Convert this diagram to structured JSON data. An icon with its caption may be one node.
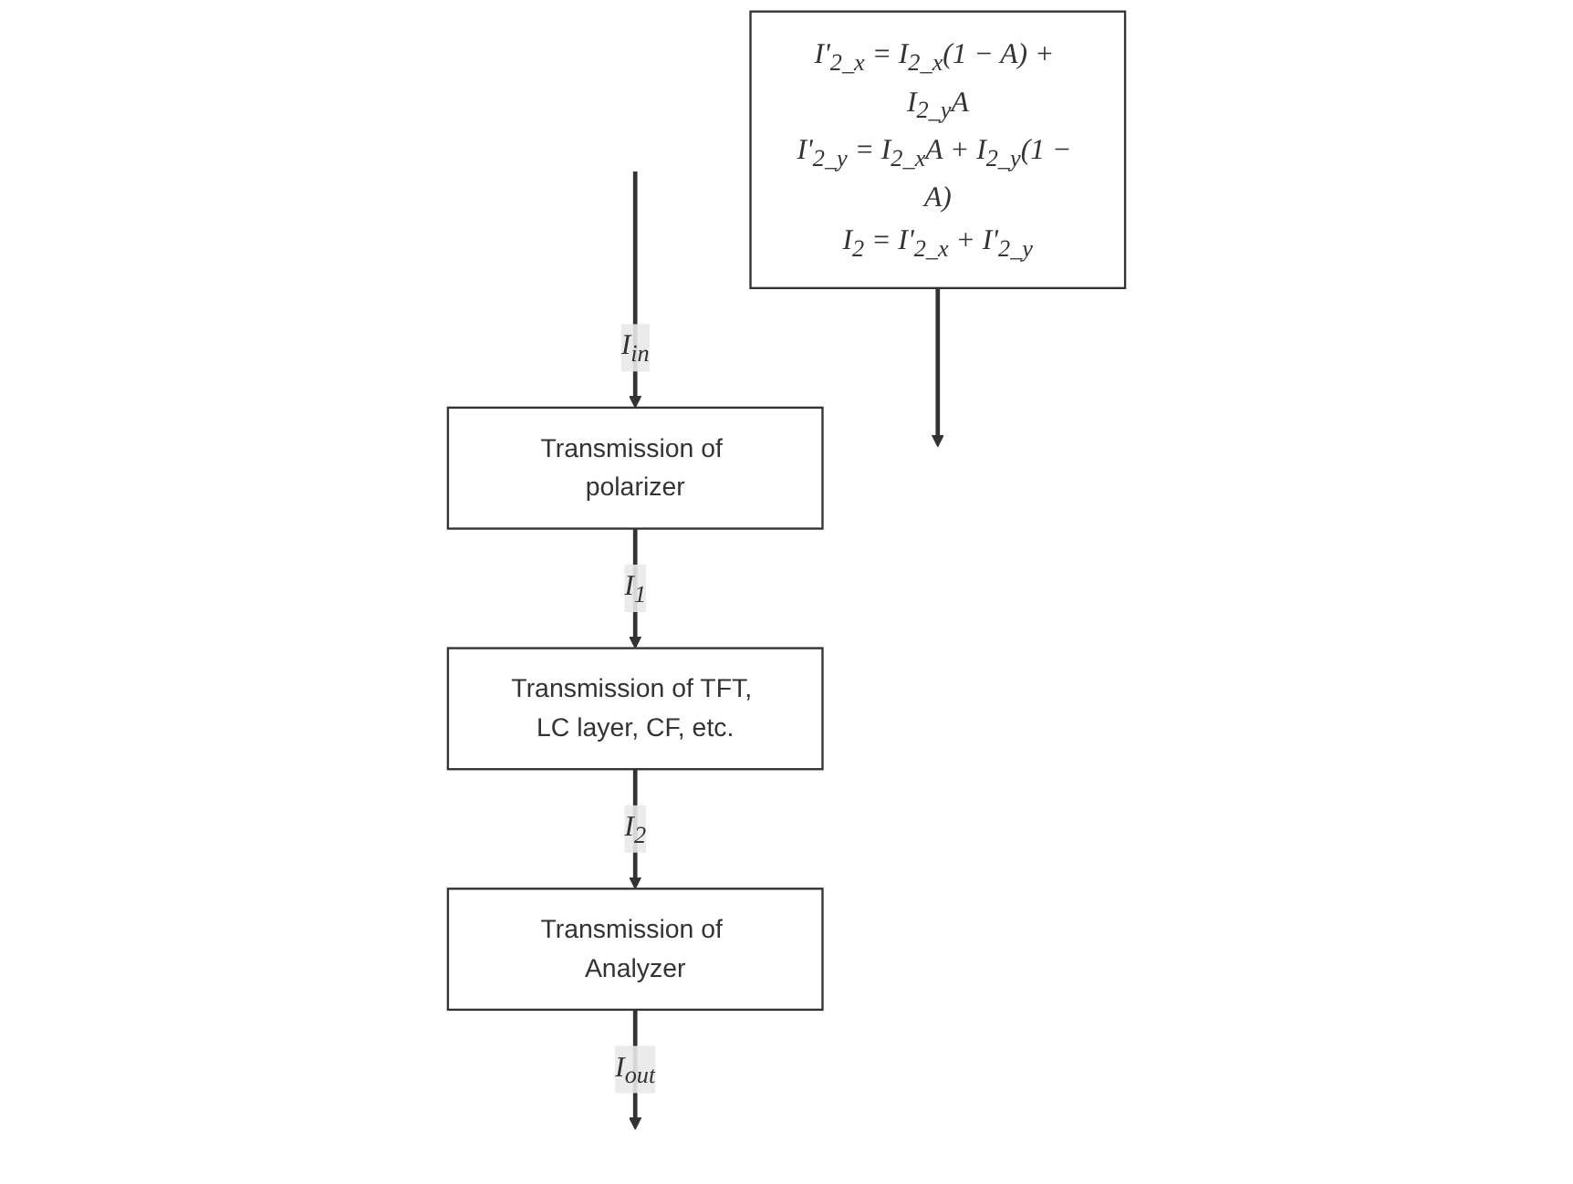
{
  "diagram": {
    "nodes": [
      {
        "text": [
          "Transmission of polarizer"
        ]
      },
      {
        "text": [
          "Transmission of TFT, LC layer, CF, etc."
        ]
      },
      {
        "text": [
          "Transmission of Analyzer"
        ]
      },
      {
        "text": [
          "I'$_{2_x}$ = I$_{2_x}$(1 − A) + I$_{2_y}$A",
          "I'$_{2_y}$ = I$_{2_x}$A + I$_{2_y}$(1 − A)",
          "I$_{2}$ = I'$_{2_x}$ + I'$_{2_y}$"
        ]
      }
    ],
    "edges": [
      {
        "from": null,
        "to": 0,
        "arrow": "to",
        "label": "I$_{in}$"
      },
      {
        "from": 0,
        "to": 1,
        "arrow": "to",
        "label": "I$_{1}$"
      },
      {
        "from": 1,
        "to": 2,
        "arrow": "to",
        "label": "I$_{2}$"
      },
      {
        "from": 3,
        "to": null,
        "arrow": "to"
      },
      {
        "from": 2,
        "to": null,
        "arrow": "to",
        "label": "I$_{out}$"
      }
    ]
  }
}
